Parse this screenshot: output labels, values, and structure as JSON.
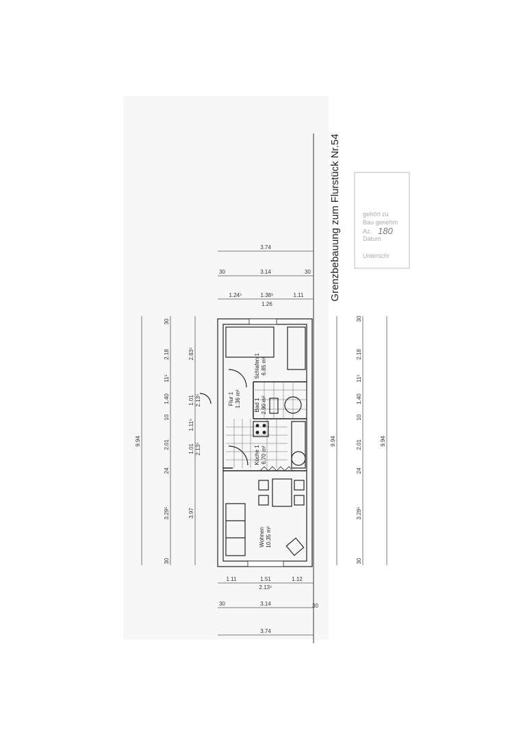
{
  "title": "Grenzbebauung zum Flurstück Nr.54",
  "rooms": {
    "schlafen": {
      "name": "Schlafen 1",
      "area": "6.85 m²"
    },
    "flur": {
      "name": "Flur 1",
      "area": "1.36 m²"
    },
    "bad": {
      "name": "Bad 1",
      "area": "2.90 m²"
    },
    "kueche": {
      "name": "Küche 1",
      "area": "6.70 m²"
    },
    "wohnen": {
      "name": "Wohnen",
      "area": "10.35 m²"
    }
  },
  "dims_top": {
    "overall": "3.74",
    "wall_l": "30",
    "inner": "3.14",
    "wall_r": "30",
    "seg1": "1.24⁵",
    "seg2": "1.38⁵",
    "seg2_sub": "1.26",
    "seg3": "1.11"
  },
  "dims_bottom": {
    "seg1": "1.11",
    "seg2": "1.51",
    "seg2_sub": "2.13⁵",
    "seg3": "1.12",
    "wall_l": "30",
    "inner": "3.14",
    "wall_r": "30",
    "overall": "3.74"
  },
  "dims_left": {
    "overall": "9.94",
    "chain": [
      "30",
      "2.18",
      "11⁵",
      "1.40",
      "10",
      "2.01",
      "24",
      "3.29⁵",
      "30"
    ],
    "openings": [
      "2.83⁵",
      "1.01",
      "2.13⁵",
      "1.11⁵",
      "1.01",
      "2.13⁵",
      "3.97"
    ]
  },
  "dims_right": {
    "overall_1": "9.94",
    "chain": [
      "30",
      "2.18",
      "11⁵",
      "1.40",
      "10",
      "2.01",
      "24",
      "3.29⁵",
      "30"
    ],
    "overall_2": "9.94"
  },
  "stamp": {
    "line1": "gehört zu",
    "line2": "Bau genehm",
    "line3_label": "Az.",
    "line3_value": "180",
    "line4": "Datum",
    "line5": "Unterschr"
  }
}
